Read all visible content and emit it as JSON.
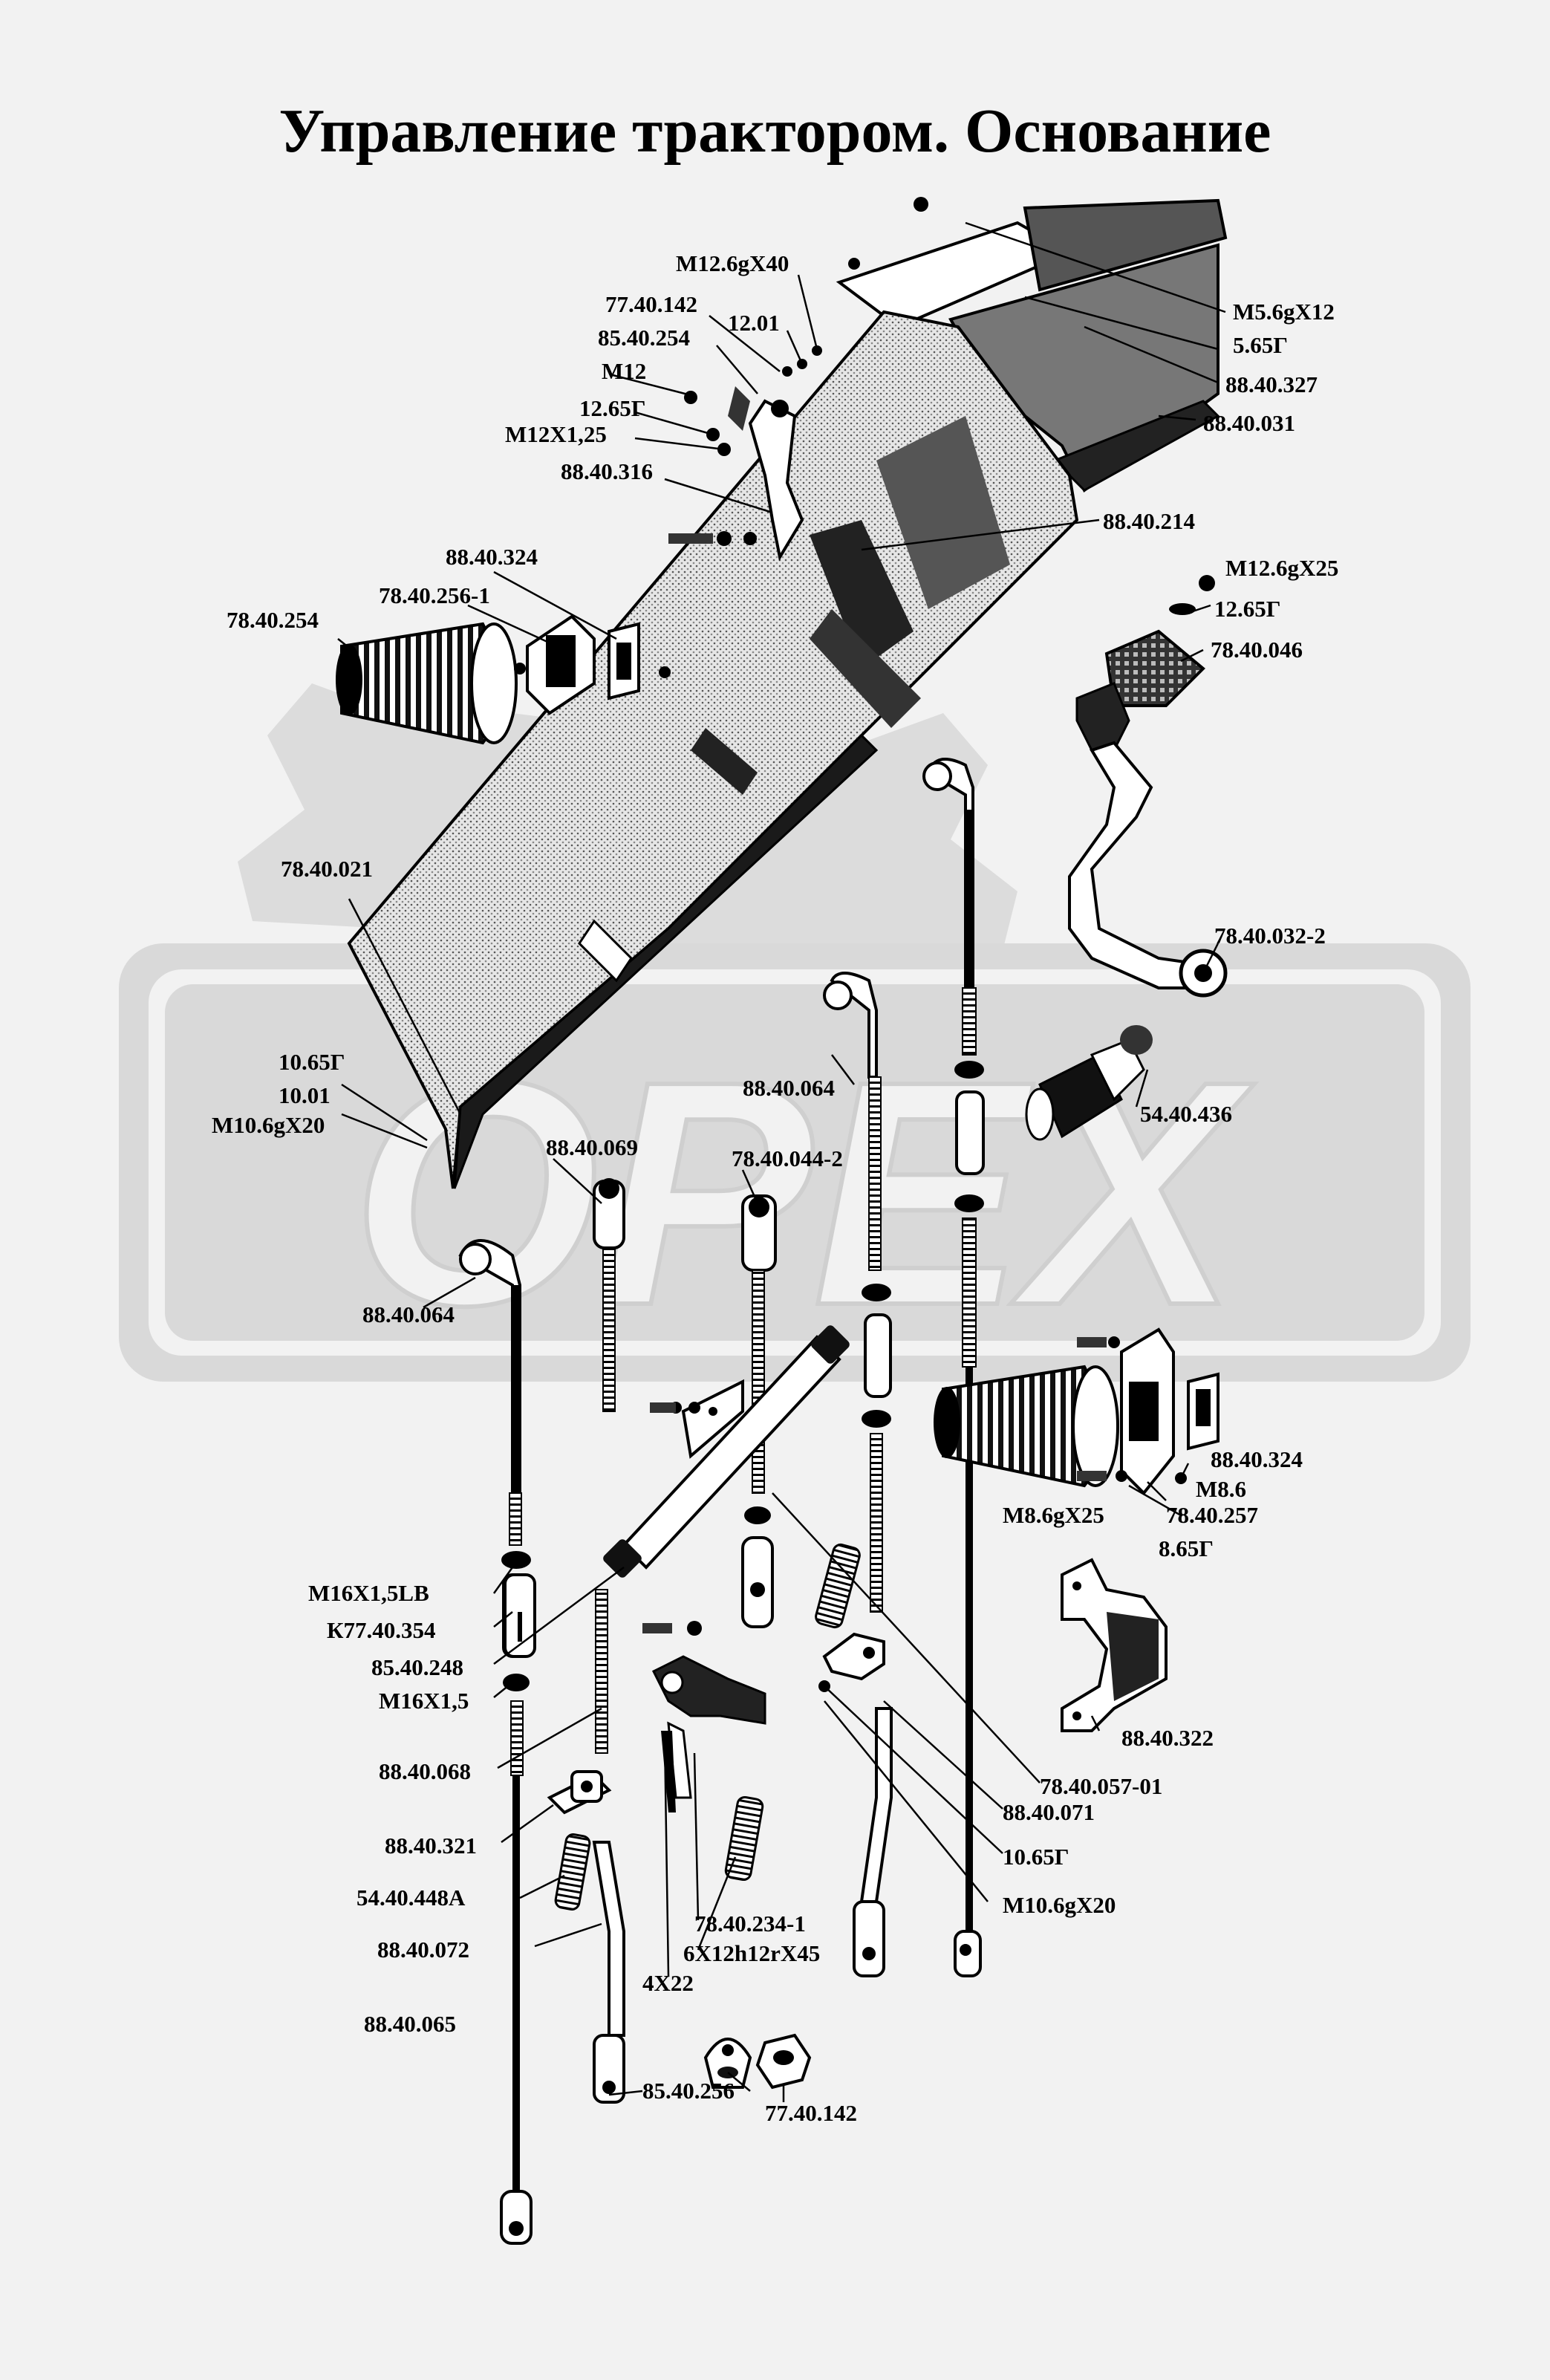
{
  "title": "Управление трактором. Основание",
  "watermark": "ОРЕХ",
  "colors": {
    "ink": "#000000",
    "paper": "#f2f2f2",
    "watermark": "#d6d6d6"
  },
  "labels": {
    "m12_40": "M12.6gX40",
    "p77_40_142_top": "77.40.142",
    "p85_40_254": "85.40.254",
    "p12_01": "12.01",
    "m12": "M12",
    "p12_65g": "12.65Г",
    "m12x125": "M12X1,25",
    "p88_40_316": "88.40.316",
    "m5_12": "M5.6gX12",
    "p5_65g": "5.65Г",
    "p88_40_327": "88.40.327",
    "p88_40_031": "88.40.031",
    "p88_40_214": "88.40.214",
    "p88_40_324_top": "88.40.324",
    "p78_40_256_1": "78.40.256-1",
    "p78_40_254": "78.40.254",
    "m12_25": "M12.6gX25",
    "p12_65g_b": "12.65Г",
    "p78_40_046": "78.40.046",
    "p78_40_021": "78.40.021",
    "p78_40_032_2": "78.40.032-2",
    "p10_65g": "10.65Г",
    "p10_01": "10.01",
    "m10_20": "M10.6gX20",
    "p88_40_064_a": "88.40.064",
    "p54_40_436": "54.40.436",
    "p88_40_069": "88.40.069",
    "p78_40_044_2": "78.40.044-2",
    "p88_40_064_b": "88.40.064",
    "p88_40_324_b": "88.40.324",
    "m8_6": "M8.6",
    "m8_25": "M8.6gX25",
    "p78_40_257": "78.40.257",
    "p8_65g": "8.65Г",
    "m16x15lb": "M16X1,5LB",
    "k77_40_354": "К77.40.354",
    "p85_40_248": "85.40.248",
    "m16x15": "M16X1,5",
    "p88_40_322": "88.40.322",
    "p88_40_068": "88.40.068",
    "p78_40_057_01": "78.40.057-01",
    "p88_40_071": "88.40.071",
    "p88_40_321": "88.40.321",
    "p10_65g_b": "10.65Г",
    "p54_40_448a": "54.40.448А",
    "m10_20_b": "M10.6gX20",
    "p78_40_234_1": "78.40.234-1",
    "p6x12": "6X12h12rX45",
    "p88_40_072": "88.40.072",
    "p4x22": "4X22",
    "p88_40_065": "88.40.065",
    "p85_40_256": "85.40.256",
    "p77_40_142_bot": "77.40.142"
  }
}
